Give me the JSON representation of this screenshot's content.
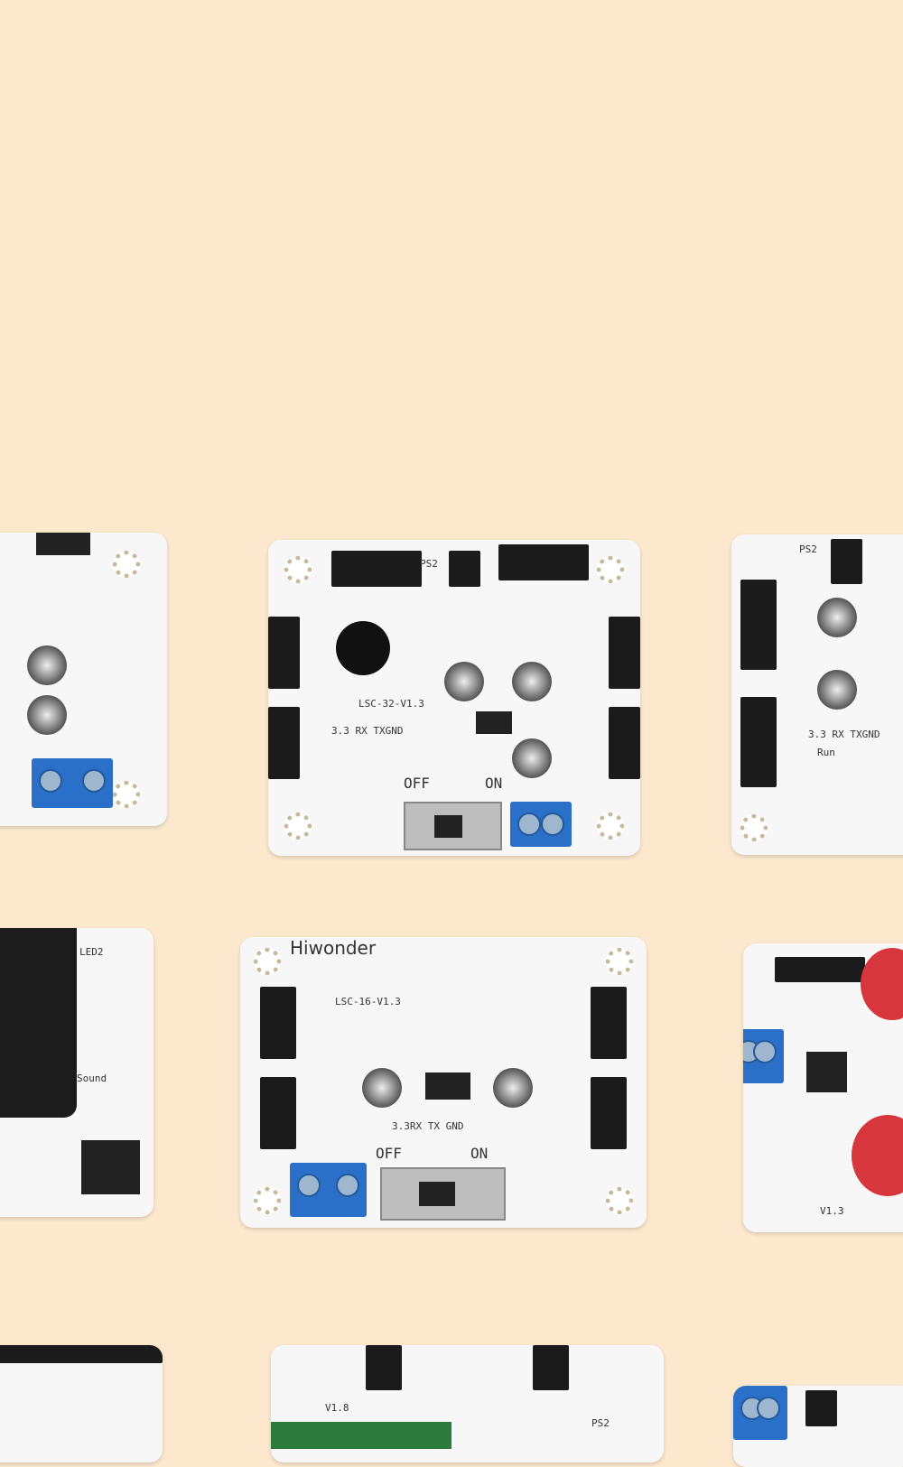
{
  "boards": {
    "lsc32": {
      "model": "LSC-32-V1.3",
      "off": "OFF",
      "on": "ON",
      "ps2": "PS2",
      "serial": "3.3 RX TXGND"
    },
    "lsc16": {
      "brand": "Hiwonder",
      "model": "LSC-16-V1.3",
      "off": "OFF",
      "on": "ON",
      "serial": "3.3RX TX GND"
    },
    "right_top": {
      "ps2": "PS2",
      "run": "Run",
      "serial": "3.3 RX TXGND"
    },
    "left_mid": {
      "sound": "Sound",
      "led": "LED2"
    },
    "bottom_mid": {
      "version": "V1.8",
      "ps2": "PS2"
    },
    "right_mid": {
      "version": "V1.3"
    }
  },
  "colors": {
    "background": "#fce8cd",
    "board": "#f7f7f7",
    "terminal": "#2a70c8"
  }
}
